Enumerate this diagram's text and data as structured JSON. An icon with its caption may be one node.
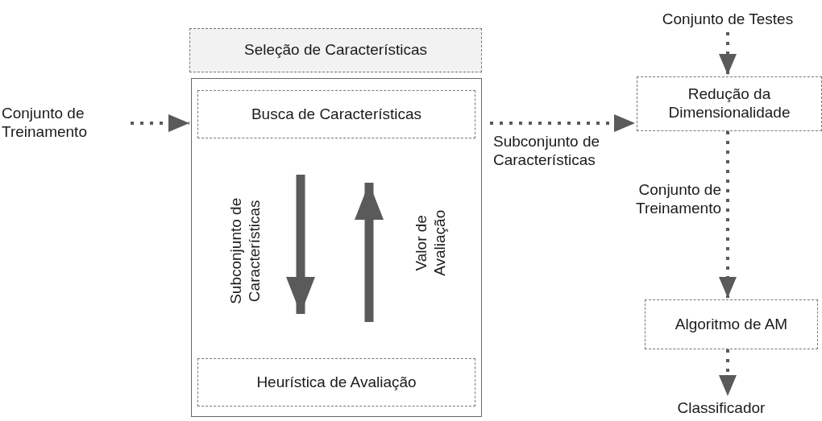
{
  "diagram": {
    "nodes": [
      {
        "text": [
          "Seleção de Características"
        ]
      },
      {
        "text": [],
        "shape": "box"
      },
      {
        "text": [
          "Busca de Características"
        ],
        "in": 1
      },
      {
        "text": [
          "Heurística de Avaliação"
        ],
        "in": 1
      },
      {
        "text": [
          "Conjunto de Treinamento"
        ]
      },
      {
        "text": [
          "Conjunto de Testes"
        ]
      },
      {
        "text": [
          "Redução da Dimensionalidade"
        ]
      },
      {
        "text": [
          "Algoritmo de AM"
        ]
      },
      {
        "text": [
          "Classificador"
        ]
      }
    ],
    "edges": [
      {
        "from": 4,
        "to": 1,
        "arrow": "to",
        "style": "dashed"
      },
      {
        "from": 1,
        "to": 6,
        "arrow": "to",
        "style": "dashed",
        "label": "Subconjunto de Características"
      },
      {
        "from": 5,
        "to": 6,
        "arrow": "to",
        "style": "dashed"
      },
      {
        "from": 6,
        "to": 7,
        "arrow": "to",
        "style": "dashed",
        "label": "Conjunto de Treinamento"
      },
      {
        "from": 7,
        "to": 8,
        "arrow": "to",
        "style": "dashed"
      },
      {
        "from": 2,
        "to": 3,
        "arrow": "to",
        "style": "thick",
        "label": "Subconjunto de Características"
      },
      {
        "from": 3,
        "to": 2,
        "arrow": "to",
        "style": "thick",
        "label": "Valor de Avaliação"
      }
    ]
  }
}
